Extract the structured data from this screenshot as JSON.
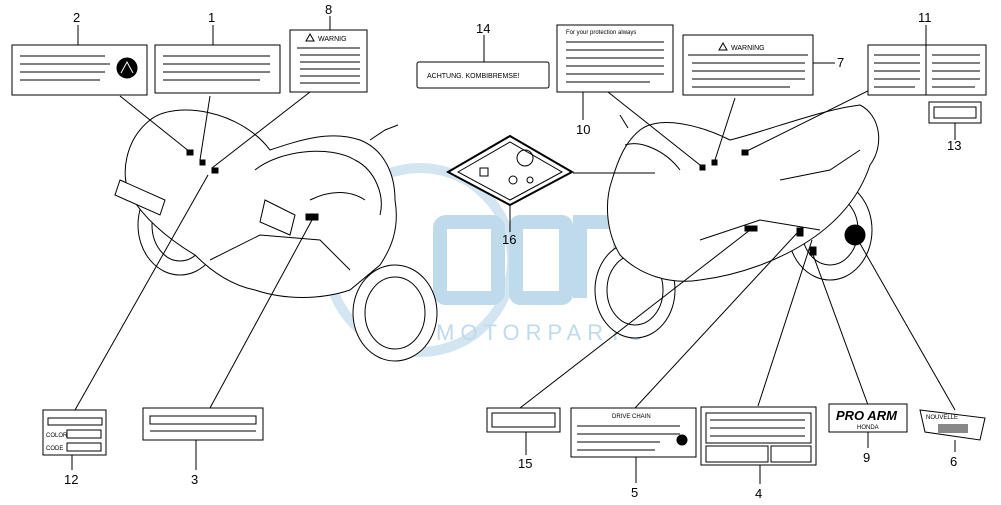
{
  "watermark": {
    "logo": "OEM",
    "text": "MOTORPARTS",
    "color": "#b9d6e8"
  },
  "callouts": [
    {
      "id": "c1",
      "number": "1"
    },
    {
      "id": "c2",
      "number": "2"
    },
    {
      "id": "c3",
      "number": "3"
    },
    {
      "id": "c4",
      "number": "4"
    },
    {
      "id": "c5",
      "number": "5"
    },
    {
      "id": "c6",
      "number": "6"
    },
    {
      "id": "c7",
      "number": "7"
    },
    {
      "id": "c8",
      "number": "8"
    },
    {
      "id": "c9",
      "number": "9"
    },
    {
      "id": "c10",
      "number": "10"
    },
    {
      "id": "c11",
      "number": "11"
    },
    {
      "id": "c12",
      "number": "12"
    },
    {
      "id": "c13",
      "number": "13"
    },
    {
      "id": "c14",
      "number": "14"
    },
    {
      "id": "c15",
      "number": "15"
    },
    {
      "id": "c16",
      "number": "16"
    }
  ],
  "label_texts": {
    "warning_8": "WARNIG",
    "warning_7": "WARNING",
    "notice_14": "ACHTUNG. KOMBIBREMSE!",
    "notice_10": "For your protection always",
    "drive_chain": "DRIVE CHAIN",
    "color": "COLOR",
    "code": "CODE",
    "pro_arm": "PRO ARM",
    "honda": "HONDA",
    "nouvelle": "NOUVELLE"
  }
}
